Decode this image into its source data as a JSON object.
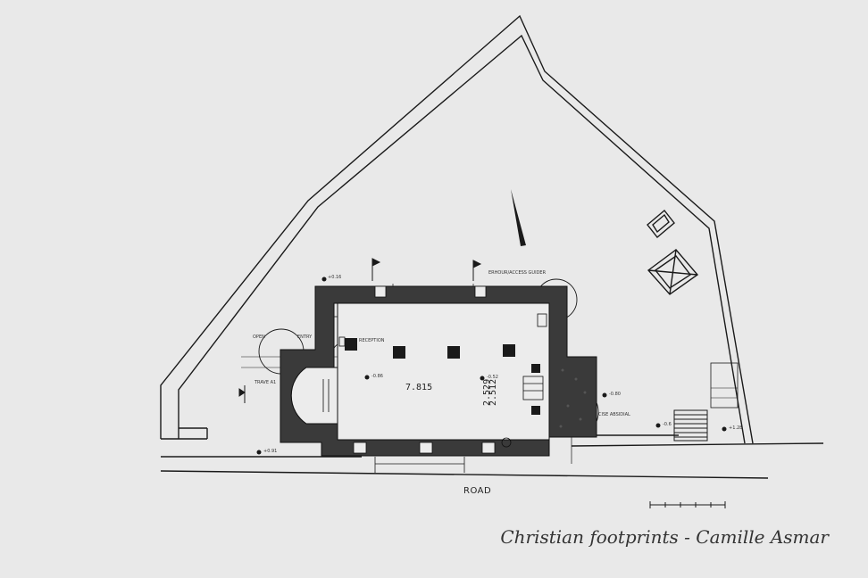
{
  "image": {
    "background": "#e9e9e9",
    "ink": "#1a1a1a",
    "wall_fill": "#3a3a3a"
  },
  "plan": {
    "road_label": "ROAD",
    "dimensions": {
      "length": "7.815",
      "width": "2.529",
      "width_alt": "2.512"
    },
    "levels": {
      "top": "+0.16",
      "inner_left": "-0.86",
      "inner_right": "-0.52",
      "east": "-0.80",
      "steps": "-0.6",
      "right": "+1.28",
      "southwest": "+0.91"
    },
    "notes": {
      "north_wall": "ERHOUR/ACCESS GUIDER",
      "west_a": "OPEN",
      "west_b": "ENTRY",
      "inner": "RECEPTION",
      "east": "CISE ABSIDIAL",
      "section": "TRAVE A1"
    }
  },
  "credit": "Christian footprints - Camille Asmar"
}
